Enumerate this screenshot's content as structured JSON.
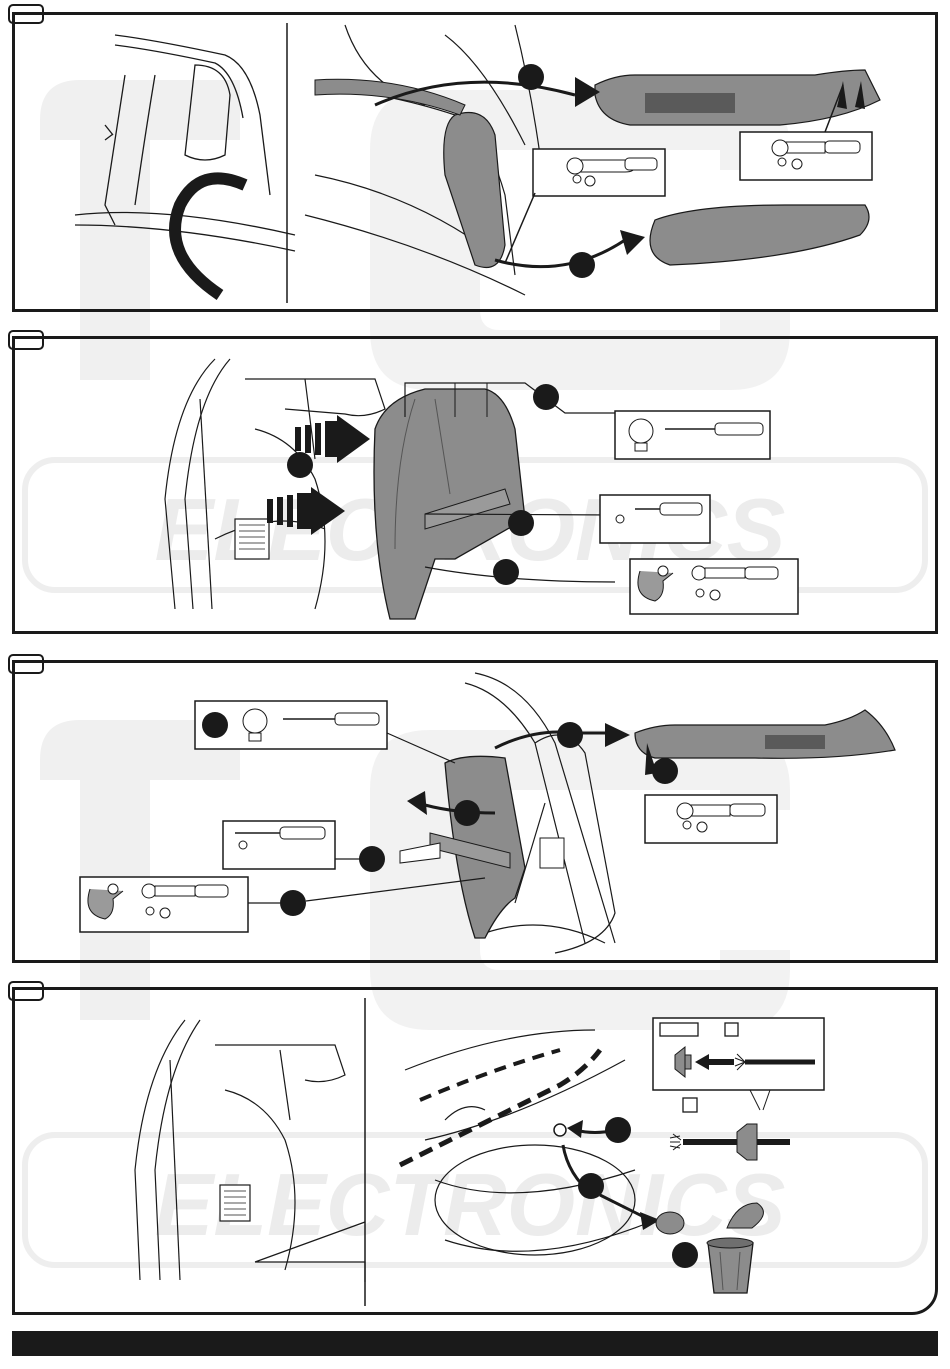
{
  "colors": {
    "outline": "#1a1a1a",
    "panel_fill": "#8c8c8c",
    "panel_dark": "#6f6f6f",
    "marker": "#1a1a1a",
    "watermark": "#e8e8e8"
  },
  "watermark": {
    "logo_text": "TCS",
    "tagline": "ELECTRONICS"
  },
  "steps": [
    {
      "id": "step-1",
      "tools": [
        "ratchet-socket-icon",
        "ratchet-socket-icon"
      ]
    },
    {
      "id": "step-2",
      "tools": [
        "clip-screwdriver-icon",
        "phillips-screwdriver-icon",
        "hook-ratchet-icon"
      ]
    },
    {
      "id": "step-3",
      "tools": [
        "clip-screwdriver-icon",
        "phillips-screwdriver-icon",
        "hook-ratchet-icon",
        "ratchet-socket-icon"
      ]
    },
    {
      "id": "step-4",
      "tools": [
        "grommet-wire-icon",
        "grommet-wire-icon",
        "trash-bin-icon"
      ]
    }
  ]
}
